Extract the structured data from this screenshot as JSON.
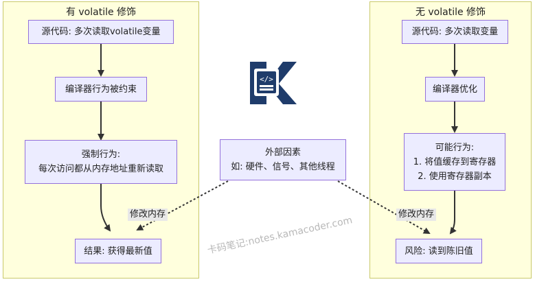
{
  "left_group": {
    "title": "有 volatile 修饰",
    "source": "源代码: 多次读取volatile变量",
    "constrained": "编译器行为被约束",
    "forced_title": "强制行为:",
    "forced_detail": "每次访问都从内存地址重新读取",
    "result": "结果: 获得最新值"
  },
  "right_group": {
    "title": "无 volatile 修饰",
    "source": "源代码: 多次读取变量",
    "optimize": "编译器优化",
    "possible_title": "可能行为:",
    "possible_1": "1. 将值缓存到寄存器",
    "possible_2": "2. 使用寄存器副本",
    "risk": "风险: 读到陈旧值"
  },
  "external": {
    "title": "外部因素",
    "detail": "如: 硬件、信号、其他线程"
  },
  "edge_labels": {
    "left_modify": "修改内存",
    "right_modify": "修改内存"
  },
  "watermark": "卡码笔记:notes.kamacoder.com",
  "colors": {
    "group_fill": "#ffffdd",
    "group_border": "#c9c96a",
    "node_fill": "#ececff",
    "node_border": "#9370db",
    "logo": "#1f3c6b"
  },
  "icons": [
    "kamacoder-logo-icon"
  ]
}
